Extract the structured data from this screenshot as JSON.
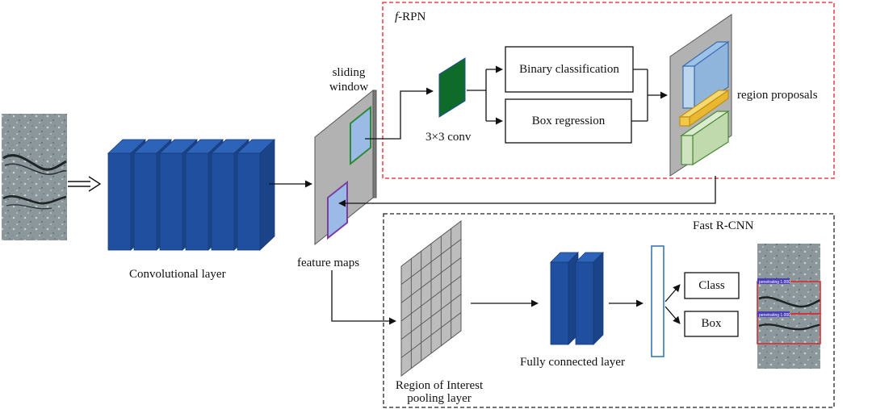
{
  "frpn": {
    "title_prefix": "f",
    "title_suffix": "-RPN",
    "binary_classification": "Binary classification",
    "box_regression": "Box regression",
    "conv_label": "3×3 conv",
    "region_proposals": "region proposals"
  },
  "labels": {
    "sliding_window": "sliding window",
    "feature_maps": "feature maps",
    "convolutional_layer": "Convolutional layer",
    "roi_pooling_line1": "Region of Interest",
    "roi_pooling_line2": "pooling layer",
    "fully_connected": "Fully connected layer"
  },
  "fast_rcnn": {
    "title": "Fast R-CNN",
    "class_label": "Class",
    "box_label": "Box",
    "detection_tag": "penetrating 1.000"
  },
  "colors": {
    "frpn_border": "#e8202a",
    "fast_rcnn_border": "#222222",
    "conv_blue": "#1f4f9e",
    "conv_3x3_green": "#0f6b2a",
    "proposal_blue": "#bcd6ee",
    "proposal_yellow": "#f2c84b",
    "proposal_green": "#cfe3c0",
    "window_green": "#2c8a3a",
    "window_purple": "#7b3fa3",
    "window_fill": "#9bbbe6",
    "feature_map_gray": "#b4b4b4",
    "detection_red": "#d8262d"
  }
}
